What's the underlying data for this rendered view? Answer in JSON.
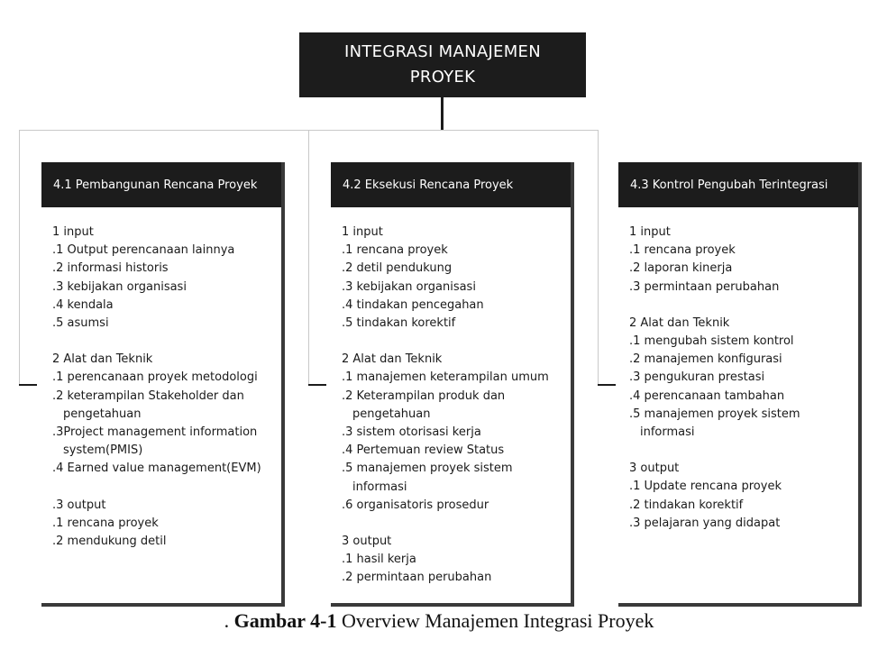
{
  "root": {
    "title": "INTEGRASI MANAJEMEN PROYEK"
  },
  "columns": [
    {
      "title": "4.1 Pembangunan Rencana Proyek",
      "sections": [
        {
          "heading": "1 input",
          "items": [
            ".1 Output perencanaan lainnya",
            ".2 informasi historis",
            ".3 kebijakan organisasi",
            ".4 kendala",
            ".5 asumsi"
          ]
        },
        {
          "heading": "2 Alat dan Teknik",
          "items": [
            ".1 perencanaan proyek metodologi",
            ".2 keterampilan Stakeholder dan pengetahuan",
            ".3Project management information system(PMIS)",
            ".4 Earned value management(EVM)"
          ]
        },
        {
          "heading": ".3 output",
          "items": [
            ".1 rencana proyek",
            ".2 mendukung detil"
          ]
        }
      ]
    },
    {
      "title": "4.2 Eksekusi Rencana Proyek",
      "sections": [
        {
          "heading": "1 input",
          "items": [
            ".1 rencana proyek",
            ".2 detil pendukung",
            ".3 kebijakan organisasi",
            ".4 tindakan pencegahan",
            ".5 tindakan korektif"
          ]
        },
        {
          "heading": "2 Alat dan Teknik",
          "items": [
            ".1 manajemen keterampilan umum",
            ".2 Keterampilan produk dan pengetahuan",
            ".3 sistem otorisasi kerja",
            ".4 Pertemuan review Status",
            ".5 manajemen proyek sistem informasi",
            ".6 organisatoris prosedur"
          ]
        },
        {
          "heading": "3 output",
          "items": [
            ".1 hasil kerja",
            ".2 permintaan perubahan"
          ]
        }
      ]
    },
    {
      "title": "4.3 Kontrol Pengubah Terintegrasi",
      "sections": [
        {
          "heading": "1 input",
          "items": [
            ".1 rencana proyek",
            ".2 laporan kinerja",
            ".3 permintaan perubahan"
          ]
        },
        {
          "heading": "2 Alat dan Teknik",
          "items": [
            ".1 mengubah sistem kontrol",
            ".2 manajemen konfigurasi",
            ".3 pengukuran prestasi",
            ".4 perencanaan tambahan",
            ".5 manajemen proyek sistem informasi"
          ]
        },
        {
          "heading": "3 output",
          "items": [
            ".1 Update rencana proyek",
            ".2 tindakan korektif",
            ".3 pelajaran yang didapat"
          ]
        }
      ]
    }
  ],
  "caption": {
    "prefix": ". ",
    "label": "Gambar 4-1",
    "text": " Overview Manajemen Integrasi Proyek"
  }
}
